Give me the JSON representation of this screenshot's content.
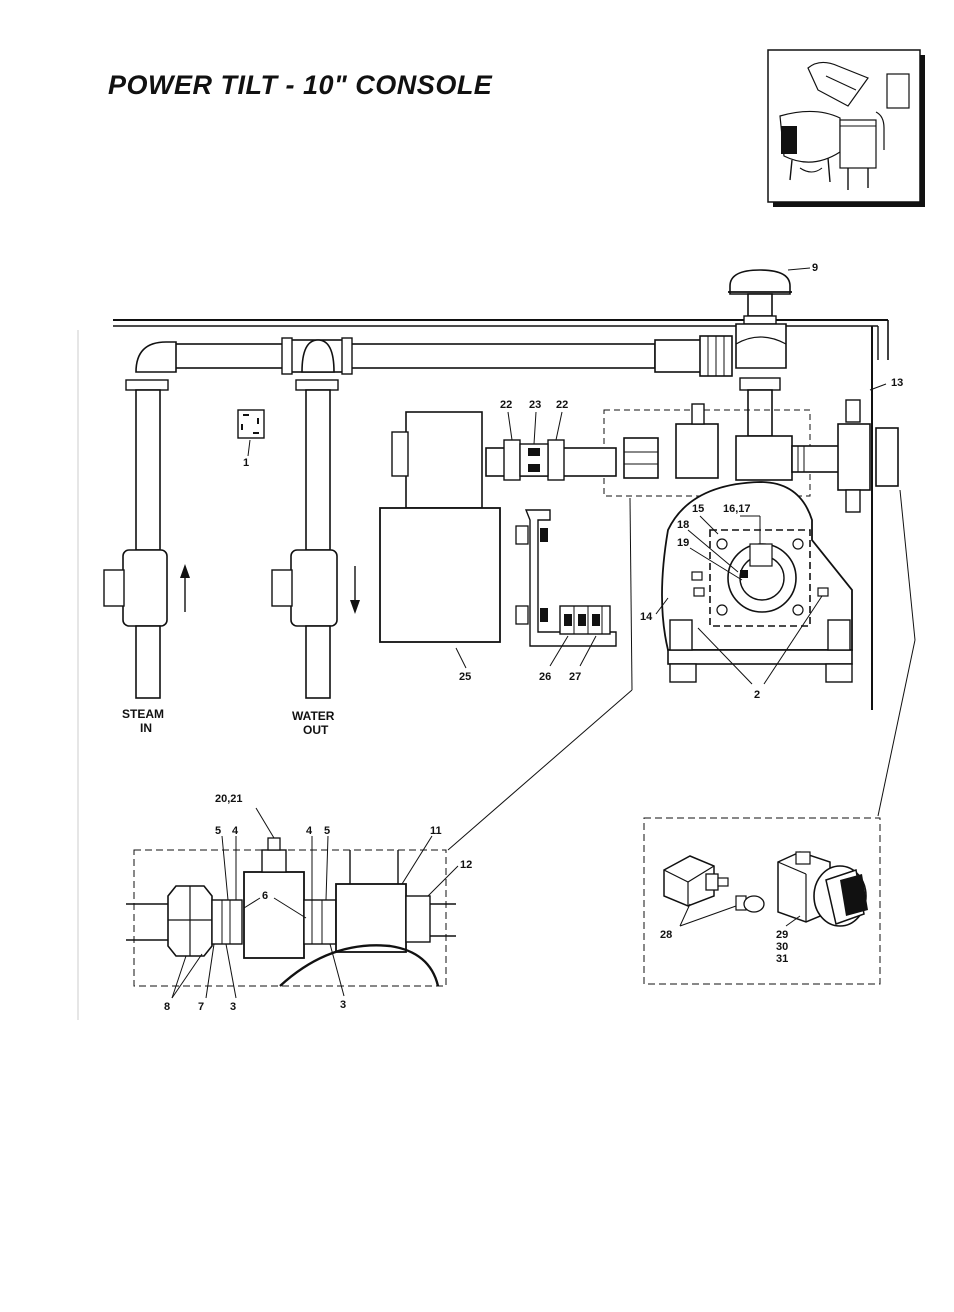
{
  "page": {
    "title": "POWER TILT - 10\" CONSOLE"
  },
  "flow_labels": {
    "steam_line1": "STEAM",
    "steam_line2": "IN",
    "water_line1": "WATER",
    "water_line2": "OUT"
  },
  "callouts": {
    "c1": "1",
    "c2": "2",
    "c9": "9",
    "c13": "13",
    "c14": "14",
    "c15": "15",
    "c16_17": "16,17",
    "c18": "18",
    "c19": "19",
    "c22a": "22",
    "c23": "23",
    "c22b": "22",
    "c25": "25",
    "c26": "26",
    "c27": "27"
  },
  "detail_a": {
    "c20_21": "20,21",
    "c5a": "5",
    "c4a": "4",
    "c4b": "4",
    "c5b": "5",
    "c11": "11",
    "c12": "12",
    "c6": "6",
    "c8": "8",
    "c7": "7",
    "c3a": "3",
    "c3b": "3"
  },
  "detail_b": {
    "c28": "28",
    "c29": "29",
    "c30": "30",
    "c31": "31"
  }
}
